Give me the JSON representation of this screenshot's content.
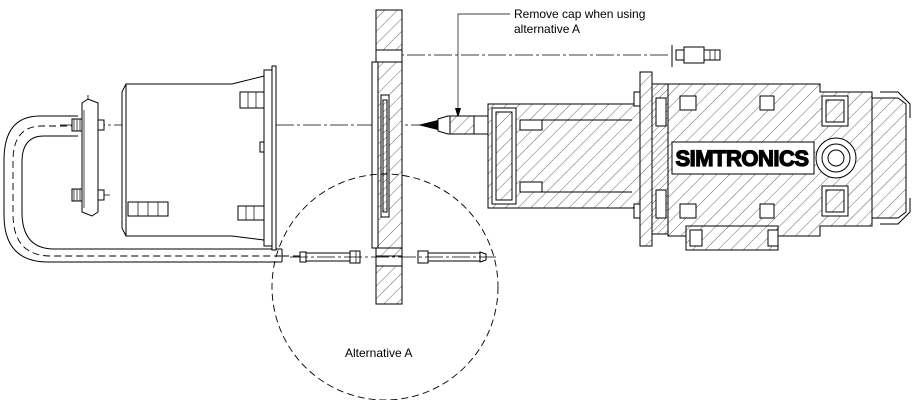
{
  "annotations": {
    "cap_note_line1": "Remove cap when using",
    "cap_note_line2": "alternative A",
    "alternative_label": "Alternative A"
  },
  "brand": {
    "detector_logo": "SIMTRONICS"
  },
  "colors": {
    "line": "#000000",
    "background": "#ffffff"
  }
}
